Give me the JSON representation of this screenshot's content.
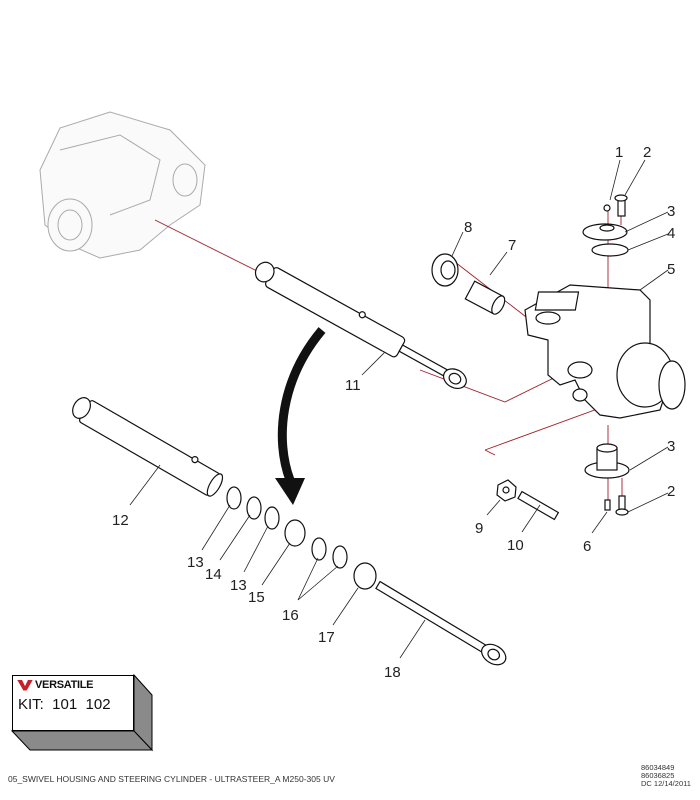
{
  "diagram": {
    "callouts": [
      "1",
      "2",
      "3",
      "4",
      "5",
      "6",
      "7",
      "8",
      "9",
      "10",
      "11",
      "12",
      "13",
      "14",
      "15",
      "16",
      "17",
      "18"
    ],
    "accent_color": "#a0202a"
  },
  "kit": {
    "brand": "VERSATILE",
    "label": "KIT:  101  102"
  },
  "footer": {
    "title": "05_SWIVEL HOUSING AND STEERING CYLINDER - ULTRASTEER_A M250-305 UV",
    "codes": [
      "86034849",
      "86036825",
      "DC 12/14/2011"
    ]
  }
}
